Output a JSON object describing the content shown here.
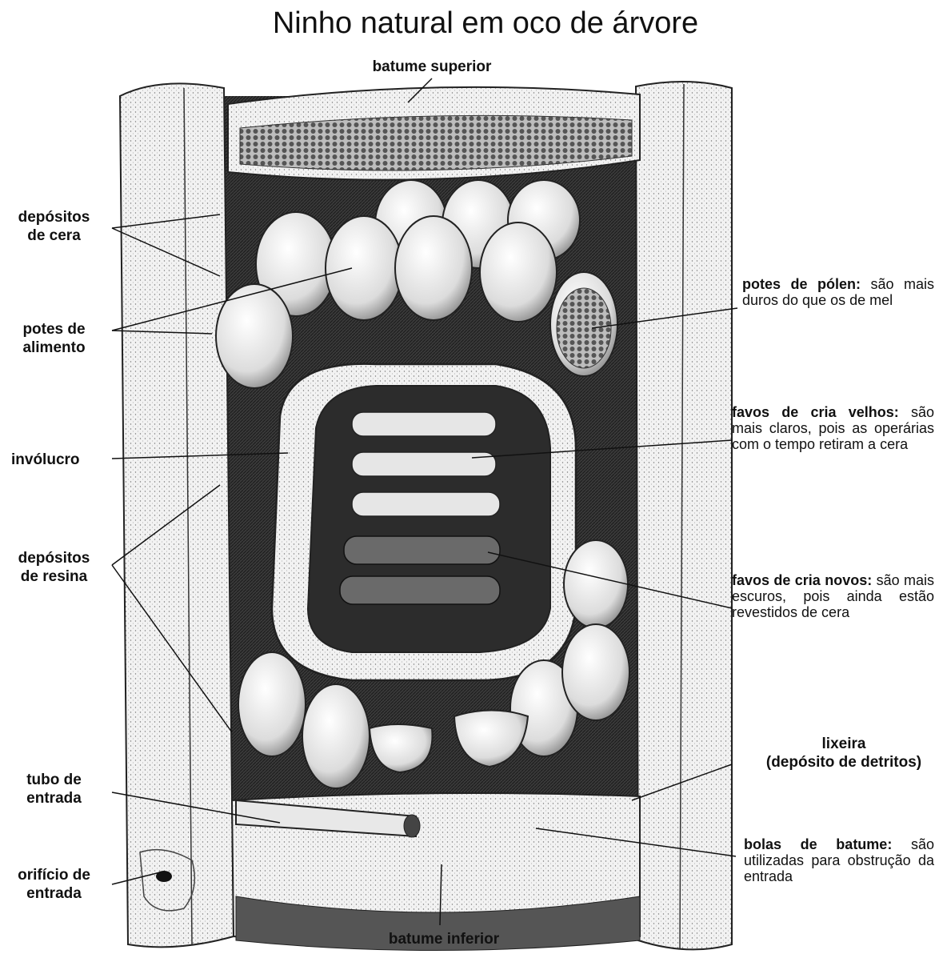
{
  "title": "Ninho natural em oco de árvore",
  "labels": {
    "batume_superior": "batume superior",
    "depositos_cera": [
      "depósitos",
      "de cera"
    ],
    "potes_alimento": [
      "potes de",
      "alimento"
    ],
    "involucro": "invólucro",
    "depositos_resina": [
      "depósitos",
      "de resina"
    ],
    "tubo_entrada": [
      "tubo de",
      "entrada"
    ],
    "orificio_entrada": [
      "orifício de",
      "entrada"
    ],
    "batume_inferior": "batume inferior",
    "potes_polen": {
      "bold": "potes de pólen:",
      "text": " são mais duros do que os de mel"
    },
    "favos_velhos": {
      "bold": "favos de cria velhos:",
      "text": " são mais claros, pois as operárias com o tempo retiram a cera"
    },
    "favos_novos": {
      "bold": "favos de cria novos:",
      "text": " são mais escuros, pois ainda estão revestidos de cera"
    },
    "lixeira": [
      "lixeira",
      "(depósito de detritos)"
    ],
    "bolas_batume": {
      "bold": "bolas de batume:",
      "text": " são utilizadas para obstrução da entrada"
    }
  }
}
